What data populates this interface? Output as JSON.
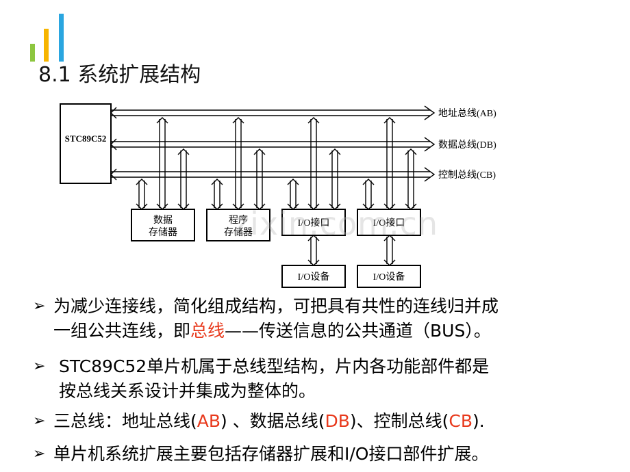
{
  "colors": {
    "logo_green": "#8dc63f",
    "logo_yellow": "#f7b500",
    "logo_blue": "#2aa6e0",
    "highlight_red": "#e8391c"
  },
  "title": "8.1 系统扩展结构",
  "diagram": {
    "cpu": "STC89C52",
    "buses": [
      "地址总线(AB)",
      "数据总线(DB)",
      "控制总线(CB)"
    ],
    "boxes": {
      "data_mem_l1": "数据",
      "data_mem_l2": "存储器",
      "prog_mem_l1": "程序",
      "prog_mem_l2": "存储器",
      "io1": "I/O接口",
      "io2": "I/O接口",
      "dev1": "I/O设备",
      "dev2": "I/O设备"
    },
    "watermark": "zixin.com.cn"
  },
  "bullets": {
    "mark": "➢",
    "b1_l1": "为减少连接线，简化组成结构，可把具有共性的连线归并成",
    "b1_l2a": "一组公共连线，即",
    "b1_l2b": "总线",
    "b1_l2c": "——传送信息的公共通道（BUS）。",
    "b2_l1": "STC89C52单片机属于总线型结构，片内各功能部件都是",
    "b2_l2": "按总线关系设计并集成为整体的。",
    "b3_a": "三总线：地址总线(",
    "b3_ab": "AB",
    "b3_b": ") 、数据总线(",
    "b3_db": "DB",
    "b3_c": ")、控制总线(",
    "b3_cb": "CB",
    "b3_d": ").",
    "b4": "单片机系统扩展主要包括存储器扩展和I/O接口部件扩展。"
  }
}
